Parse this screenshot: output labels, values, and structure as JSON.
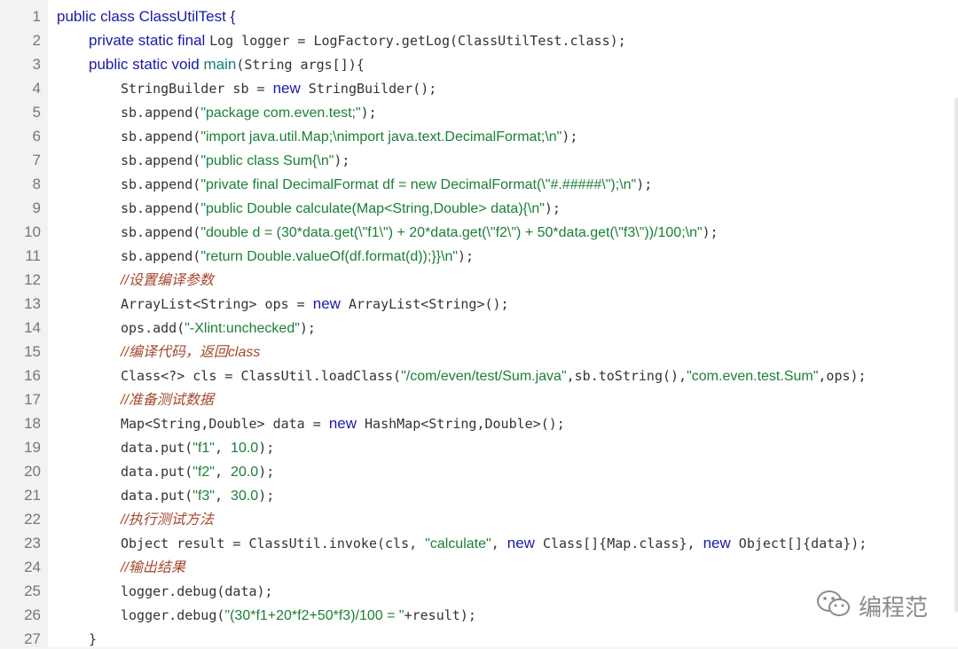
{
  "line_numbers": [
    "1",
    "2",
    "3",
    "4",
    "5",
    "6",
    "7",
    "8",
    "9",
    "10",
    "11",
    "12",
    "13",
    "14",
    "15",
    "16",
    "17",
    "18",
    "19",
    "20",
    "21",
    "22",
    "23",
    "24",
    "25",
    "26",
    "27"
  ],
  "lines": [
    {
      "indent": 0,
      "tokens": [
        {
          "t": "public class ",
          "c": "kw"
        },
        {
          "t": "ClassUtilTest {",
          "c": "kw"
        }
      ]
    },
    {
      "indent": 1,
      "tokens": [
        {
          "t": "private static final ",
          "c": "kw"
        },
        {
          "t": "Log logger = LogFactory.getLog(ClassUtilTest.class);",
          "c": "mono"
        }
      ]
    },
    {
      "indent": 1,
      "tokens": [
        {
          "t": "public static void ",
          "c": "kw"
        },
        {
          "t": "main",
          "c": "fn"
        },
        {
          "t": "(String args[]){",
          "c": "mono"
        }
      ]
    },
    {
      "indent": 2,
      "tokens": [
        {
          "t": "StringBuilder sb = ",
          "c": "mono"
        },
        {
          "t": "new",
          "c": "kw"
        },
        {
          "t": " StringBuilder();",
          "c": "mono"
        }
      ]
    },
    {
      "indent": 2,
      "tokens": [
        {
          "t": "sb.append(",
          "c": "mono"
        },
        {
          "t": "\"package com.even.test;\"",
          "c": "str"
        },
        {
          "t": ");",
          "c": "mono"
        }
      ]
    },
    {
      "indent": 2,
      "tokens": [
        {
          "t": "sb.append(",
          "c": "mono"
        },
        {
          "t": "\"import java.util.Map;\\nimport java.text.DecimalFormat;\\n\"",
          "c": "str"
        },
        {
          "t": ");",
          "c": "mono"
        }
      ]
    },
    {
      "indent": 2,
      "tokens": [
        {
          "t": "sb.append(",
          "c": "mono"
        },
        {
          "t": "\"public class Sum{\\n\"",
          "c": "str"
        },
        {
          "t": ");",
          "c": "mono"
        }
      ]
    },
    {
      "indent": 2,
      "tokens": [
        {
          "t": "sb.append(",
          "c": "mono"
        },
        {
          "t": "\"private final DecimalFormat df = new DecimalFormat(\\\"#.#####\\\");\\n\"",
          "c": "str"
        },
        {
          "t": ");",
          "c": "mono"
        }
      ]
    },
    {
      "indent": 2,
      "tokens": [
        {
          "t": "sb.append(",
          "c": "mono"
        },
        {
          "t": "\"public Double calculate(Map<String,Double> data){\\n\"",
          "c": "str"
        },
        {
          "t": ");",
          "c": "mono"
        }
      ]
    },
    {
      "indent": 2,
      "tokens": [
        {
          "t": "sb.append(",
          "c": "mono"
        },
        {
          "t": "\"double d = (30*data.get(\\\"f1\\\") + 20*data.get(\\\"f2\\\") + 50*data.get(\\\"f3\\\"))/100;\\n\"",
          "c": "str"
        },
        {
          "t": ");",
          "c": "mono"
        }
      ]
    },
    {
      "indent": 2,
      "tokens": [
        {
          "t": "sb.append(",
          "c": "mono"
        },
        {
          "t": "\"return Double.valueOf(df.format(d));}}\\n\"",
          "c": "str"
        },
        {
          "t": ");",
          "c": "mono"
        }
      ]
    },
    {
      "indent": 2,
      "tokens": [
        {
          "t": "//设置编译参数",
          "c": "cmt"
        }
      ]
    },
    {
      "indent": 2,
      "tokens": [
        {
          "t": "ArrayList<String> ops = ",
          "c": "mono"
        },
        {
          "t": "new",
          "c": "kw"
        },
        {
          "t": " ArrayList<String>();",
          "c": "mono"
        }
      ]
    },
    {
      "indent": 2,
      "tokens": [
        {
          "t": "ops.add(",
          "c": "mono"
        },
        {
          "t": "\"-Xlint:unchecked\"",
          "c": "str"
        },
        {
          "t": ");",
          "c": "mono"
        }
      ]
    },
    {
      "indent": 2,
      "tokens": [
        {
          "t": "//编译代码，返回class",
          "c": "cmt"
        }
      ]
    },
    {
      "indent": 2,
      "tokens": [
        {
          "t": "Class<?> cls = ClassUtil.loadClass(",
          "c": "mono"
        },
        {
          "t": "\"/com/even/test/Sum.java\"",
          "c": "str"
        },
        {
          "t": ",sb.toString(),",
          "c": "mono"
        },
        {
          "t": "\"com.even.test.Sum\"",
          "c": "str"
        },
        {
          "t": ",ops);",
          "c": "mono"
        }
      ]
    },
    {
      "indent": 2,
      "tokens": [
        {
          "t": "//准备测试数据",
          "c": "cmt"
        }
      ]
    },
    {
      "indent": 2,
      "tokens": [
        {
          "t": "Map<String,Double> data = ",
          "c": "mono"
        },
        {
          "t": "new",
          "c": "kw"
        },
        {
          "t": " HashMap<String,Double>();",
          "c": "mono"
        }
      ]
    },
    {
      "indent": 2,
      "tokens": [
        {
          "t": "data.put(",
          "c": "mono"
        },
        {
          "t": "\"f1\"",
          "c": "str"
        },
        {
          "t": ", ",
          "c": "mono"
        },
        {
          "t": "10.0",
          "c": "num"
        },
        {
          "t": ");",
          "c": "mono"
        }
      ]
    },
    {
      "indent": 2,
      "tokens": [
        {
          "t": "data.put(",
          "c": "mono"
        },
        {
          "t": "\"f2\"",
          "c": "str"
        },
        {
          "t": ", ",
          "c": "mono"
        },
        {
          "t": "20.0",
          "c": "num"
        },
        {
          "t": ");",
          "c": "mono"
        }
      ]
    },
    {
      "indent": 2,
      "tokens": [
        {
          "t": "data.put(",
          "c": "mono"
        },
        {
          "t": "\"f3\"",
          "c": "str"
        },
        {
          "t": ", ",
          "c": "mono"
        },
        {
          "t": "30.0",
          "c": "num"
        },
        {
          "t": ");",
          "c": "mono"
        }
      ]
    },
    {
      "indent": 2,
      "tokens": [
        {
          "t": "//执行测试方法",
          "c": "cmt"
        }
      ]
    },
    {
      "indent": 2,
      "tokens": [
        {
          "t": "Object result = ClassUtil.invoke(cls, ",
          "c": "mono"
        },
        {
          "t": "\"calculate\"",
          "c": "str"
        },
        {
          "t": ", ",
          "c": "mono"
        },
        {
          "t": "new",
          "c": "kw"
        },
        {
          "t": " Class[]{Map.class}, ",
          "c": "mono"
        },
        {
          "t": "new",
          "c": "kw"
        },
        {
          "t": " Object[]{data});",
          "c": "mono"
        }
      ]
    },
    {
      "indent": 2,
      "tokens": [
        {
          "t": "//输出结果",
          "c": "cmt"
        }
      ]
    },
    {
      "indent": 2,
      "tokens": [
        {
          "t": "logger.debug(data);",
          "c": "mono"
        }
      ]
    },
    {
      "indent": 2,
      "tokens": [
        {
          "t": "logger.debug(",
          "c": "mono"
        },
        {
          "t": "\"(30*f1+20*f2+50*f3)/100 = \"",
          "c": "str"
        },
        {
          "t": "+result);",
          "c": "mono"
        }
      ]
    },
    {
      "indent": 1,
      "tokens": [
        {
          "t": "}",
          "c": "mono"
        }
      ]
    }
  ],
  "watermark": {
    "icon": "wechat-icon",
    "text": "编程范"
  },
  "colors": {
    "keyword": "#1a1aa6",
    "string": "#1a7f37",
    "comment": "#a5472e",
    "gutter": "#f2f2f2"
  }
}
